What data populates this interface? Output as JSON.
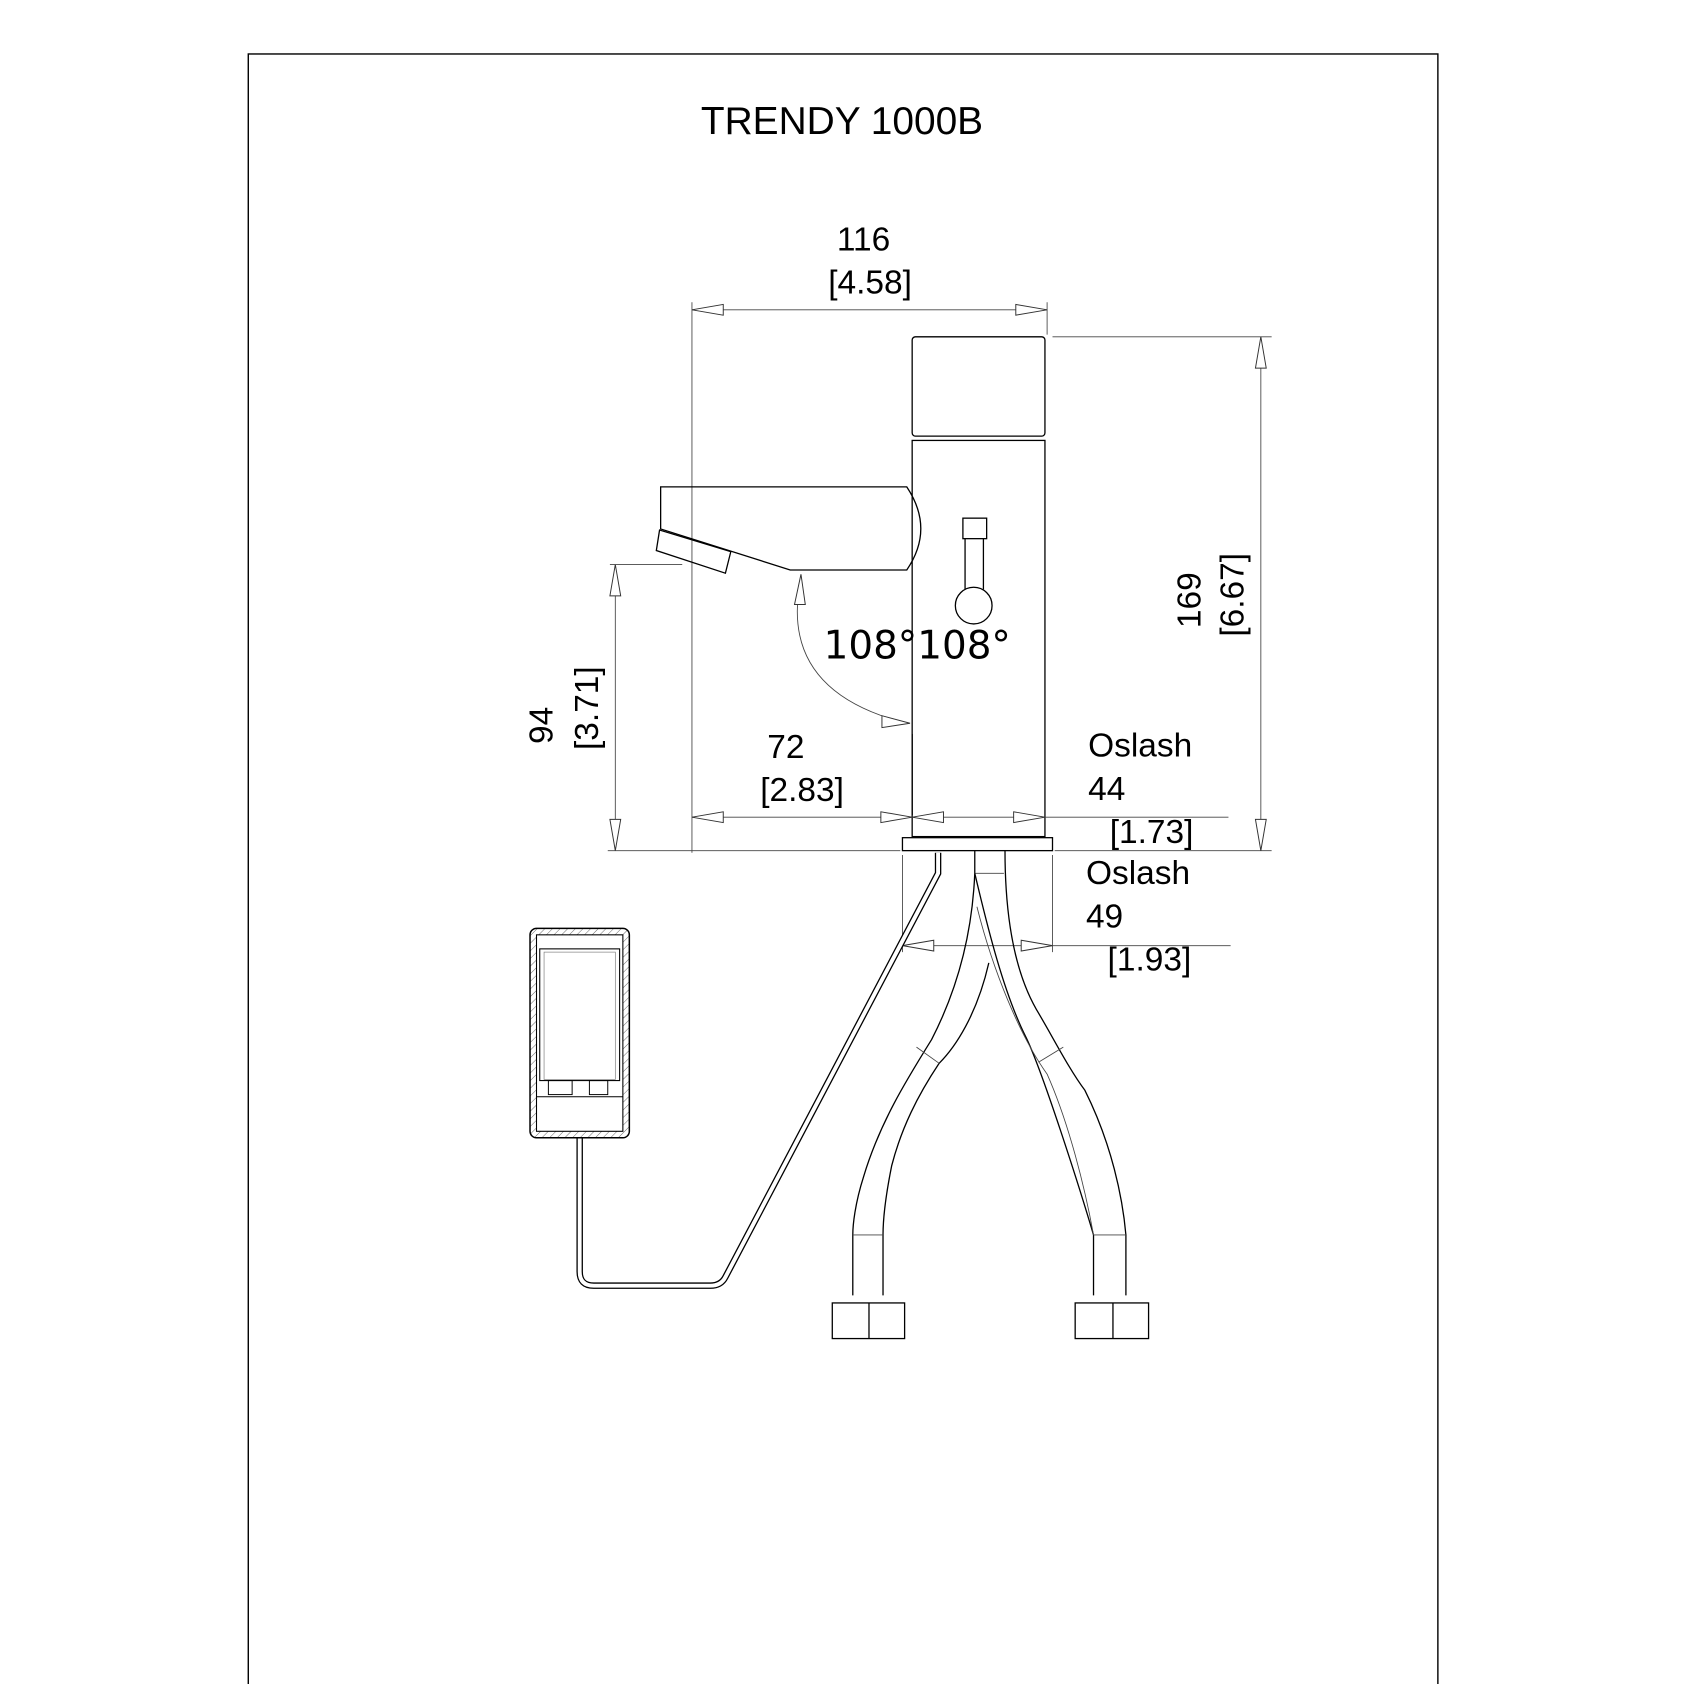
{
  "drawing": {
    "title": "TRENDY 1000B",
    "angle_label": "108°108°"
  },
  "dimensions": {
    "overall_width": {
      "mm": "116",
      "inch": "[4.58]"
    },
    "overall_height": {
      "mm": "169",
      "inch": "[6.67]"
    },
    "spout_height": {
      "mm": "94",
      "inch": "[3.71]"
    },
    "spout_reach": {
      "mm": "72",
      "inch": "[2.83]"
    },
    "body_diameter": {
      "prefix": "Oslash",
      "mm": "44",
      "inch": "[1.73]"
    },
    "base_diameter": {
      "prefix": "Oslash",
      "mm": "49",
      "inch": "[1.93]"
    }
  }
}
